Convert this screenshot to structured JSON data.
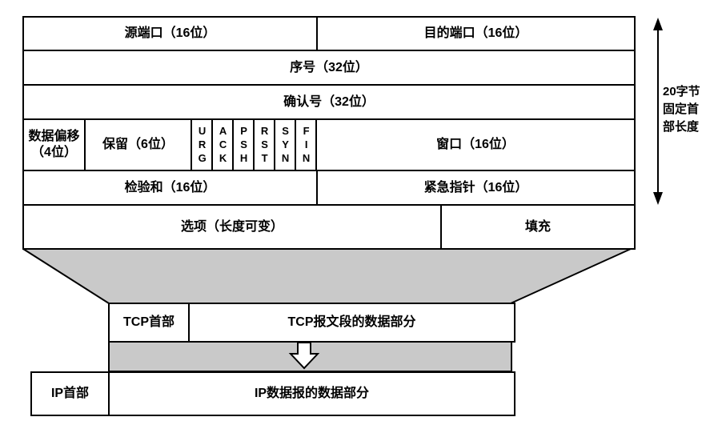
{
  "colors": {
    "border": "#000000",
    "gray": "#c9c9c9",
    "background": "#ffffff",
    "arrow_fill": "#ffffff"
  },
  "tcp_header_table": {
    "source_port": "源端口（16位）",
    "dest_port": "目的端口（16位）",
    "sequence": "序号（32位）",
    "acknowledgment": "确认号（32位）",
    "data_offset": "数据偏移（4位）",
    "reserved": "保留（6位）",
    "flags": [
      "URG",
      "ACK",
      "PSH",
      "RST",
      "SYN",
      "FIN"
    ],
    "window": "窗口（16位）",
    "checksum": "检验和（16位）",
    "urgent_pointer": "紧急指针（16位）",
    "options": "选项（长度可变）",
    "padding": "填充"
  },
  "annotation": {
    "fixed_header_length": "20字节固定首部长度"
  },
  "tcp_segment": {
    "header_label": "TCP首部",
    "data_label": "TCP报文段的数据部分"
  },
  "ip_datagram": {
    "header_label": "IP首部",
    "data_label": "IP数据报的数据部分"
  }
}
